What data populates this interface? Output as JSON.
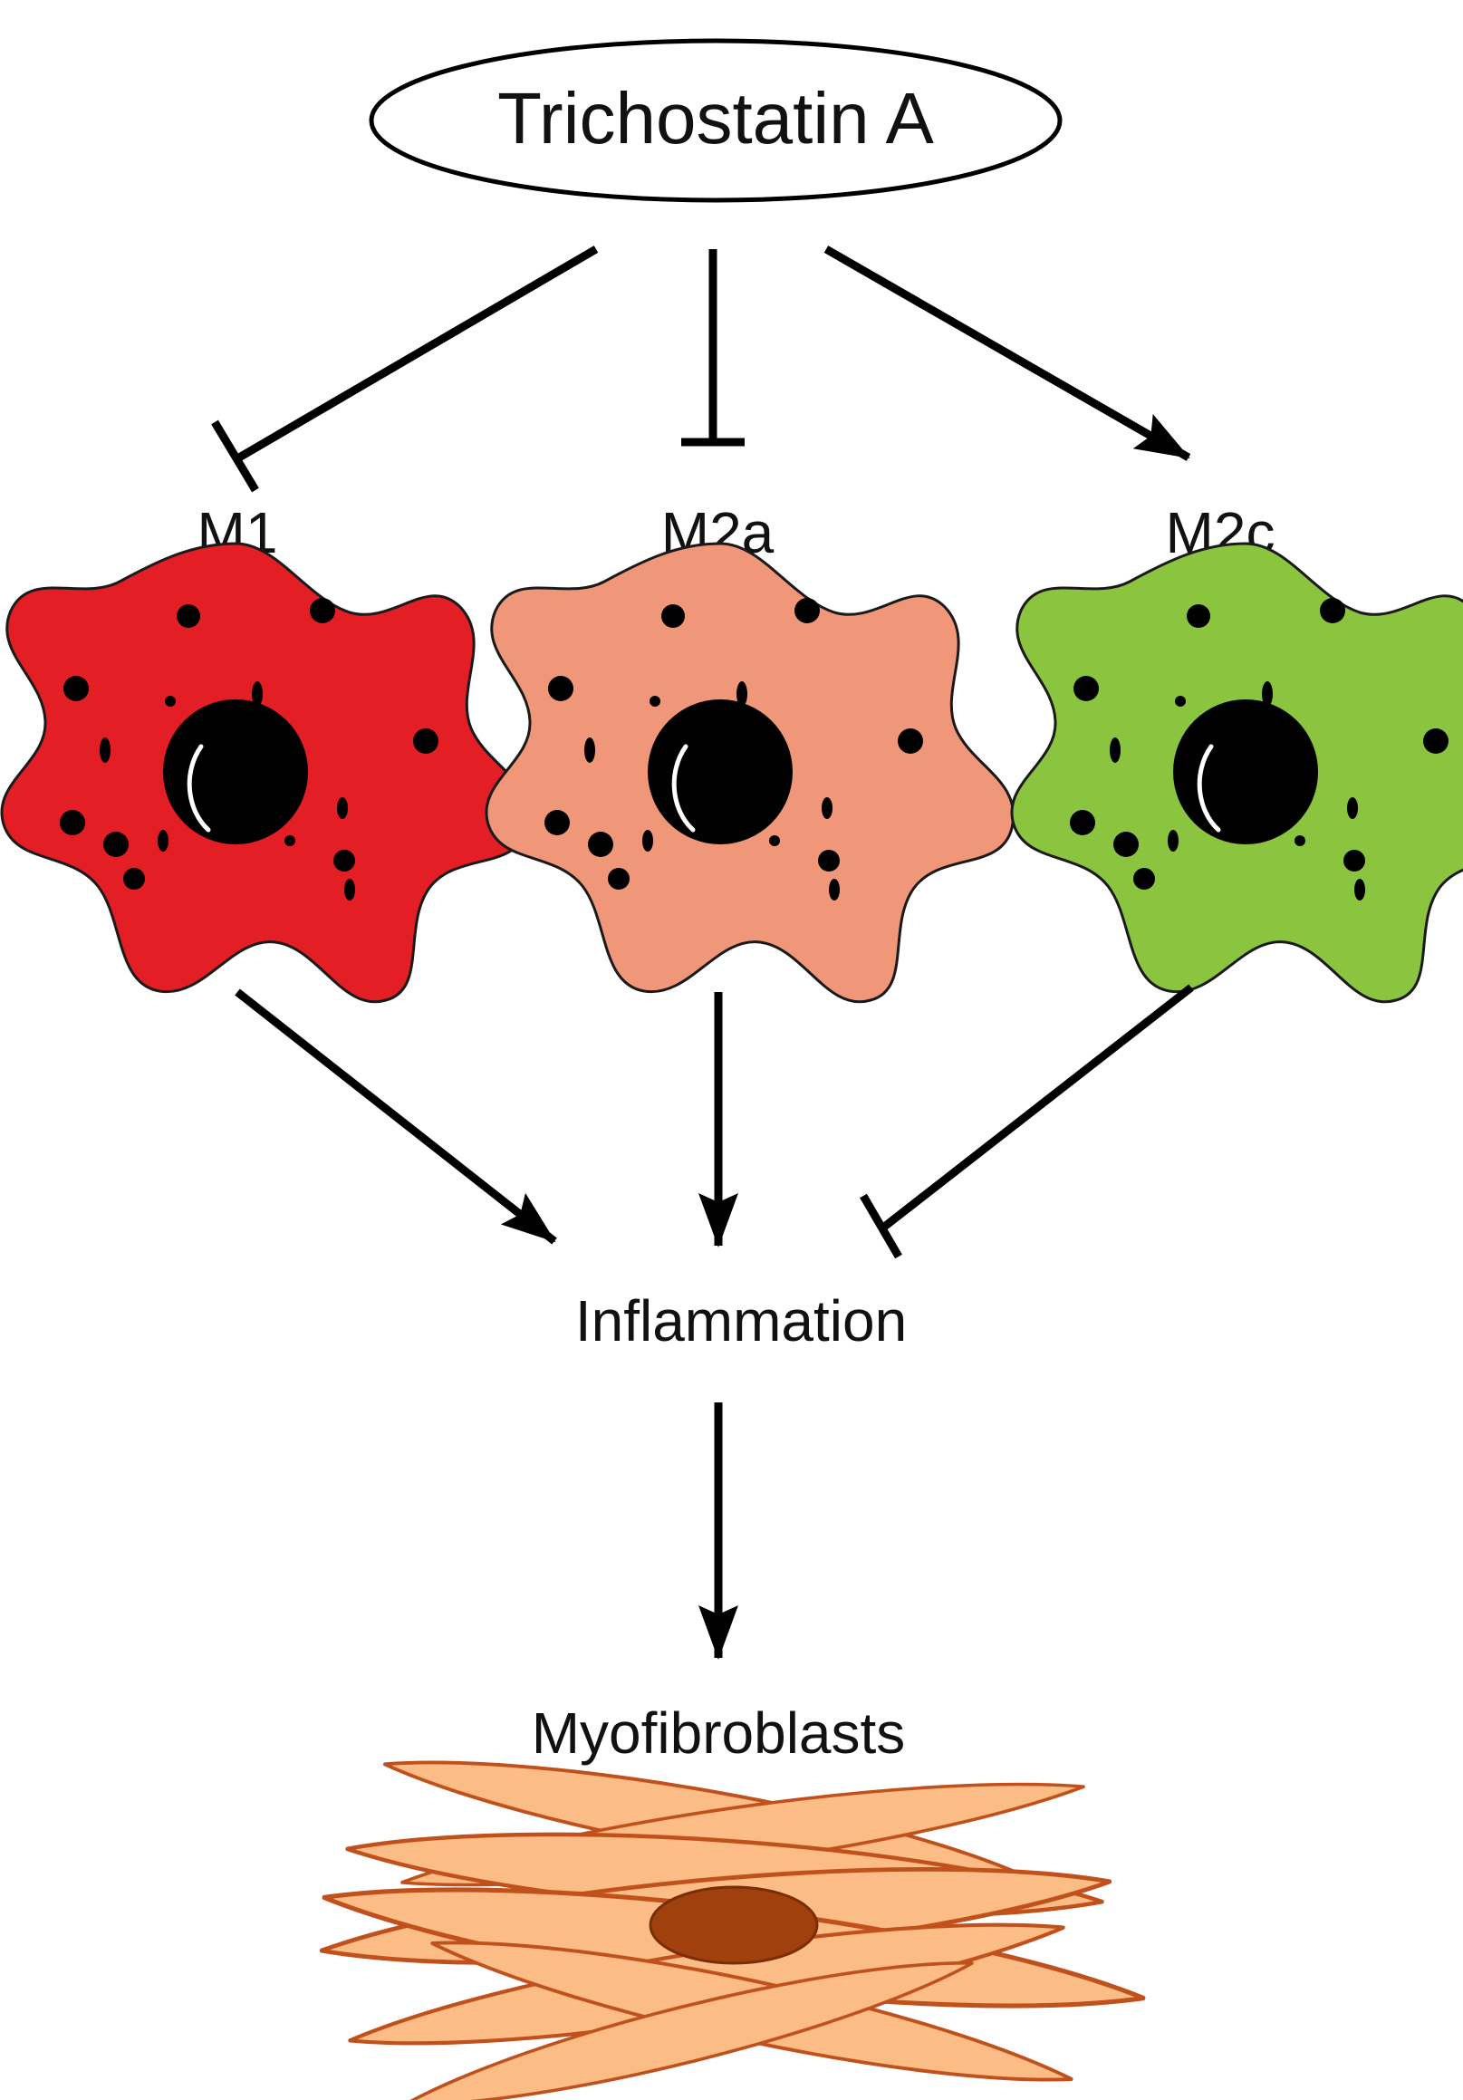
{
  "diagram": {
    "drug": {
      "label": "Trichostatin A"
    },
    "macrophages": [
      {
        "label": "M1",
        "color": "#e31e24"
      },
      {
        "label": "M2a",
        "color": "#f0977a"
      },
      {
        "label": "M2c",
        "color": "#8bc53f"
      }
    ],
    "inflammation": {
      "label": "Inflammation"
    },
    "myofibroblasts": {
      "label": "Myofibroblasts",
      "color": "#fbbd85",
      "nucleus_color": "#a0410d"
    },
    "edges": [
      {
        "from": "Trichostatin A",
        "to": "M1",
        "effect": "inhibits"
      },
      {
        "from": "Trichostatin A",
        "to": "M2a",
        "effect": "inhibits"
      },
      {
        "from": "Trichostatin A",
        "to": "M2c",
        "effect": "activates"
      },
      {
        "from": "M1",
        "to": "Inflammation",
        "effect": "activates"
      },
      {
        "from": "M2a",
        "to": "Inflammation",
        "effect": "activates"
      },
      {
        "from": "M2c",
        "to": "Inflammation",
        "effect": "inhibits"
      },
      {
        "from": "Inflammation",
        "to": "Myofibroblasts",
        "effect": "activates"
      }
    ]
  }
}
